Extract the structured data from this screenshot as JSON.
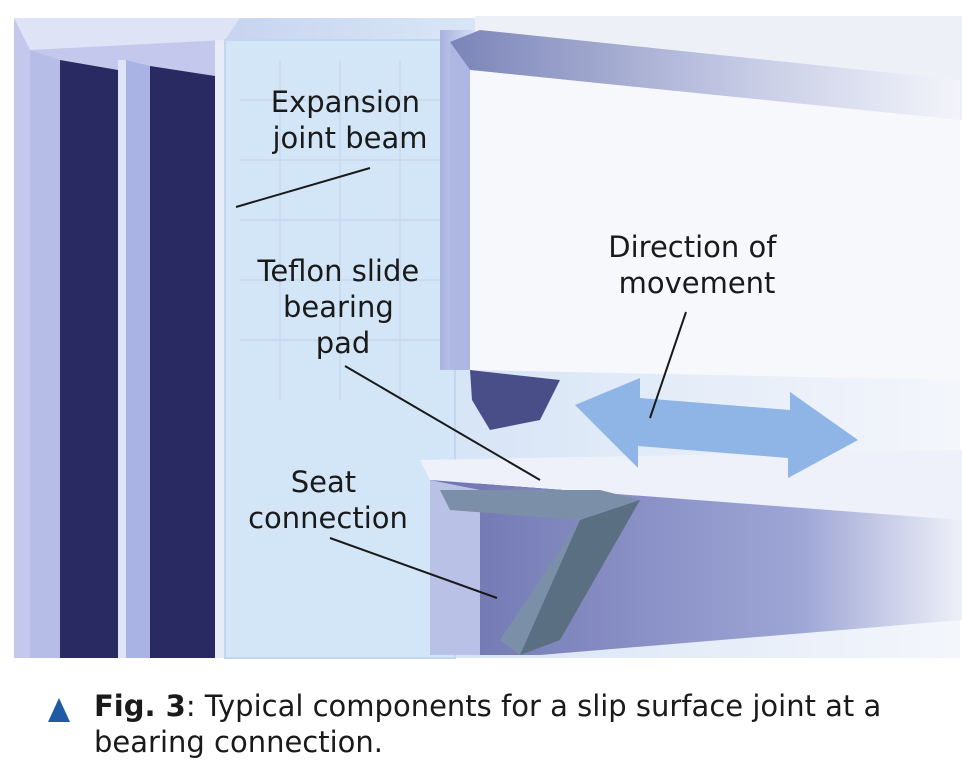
{
  "diagram": {
    "labels": {
      "expansion_joint_beam": [
        "Expansion",
        "joint beam"
      ],
      "teflon_pad": [
        "Teflon slide",
        "bearing",
        "pad"
      ],
      "direction": [
        "Direction of",
        "movement"
      ],
      "seat_connection": [
        "Seat",
        "connection"
      ]
    },
    "colors": {
      "arrow": "#8fb4e6",
      "column_dark": "#2a2a63",
      "steel_light": "#cfd8f2",
      "caption_marker": "#1f5aa6"
    }
  },
  "caption": {
    "marker_icon": "triangle-marker",
    "fig_label": "Fig. 3",
    "text": ": Typical components for a slip surface joint at a bearing connection."
  }
}
